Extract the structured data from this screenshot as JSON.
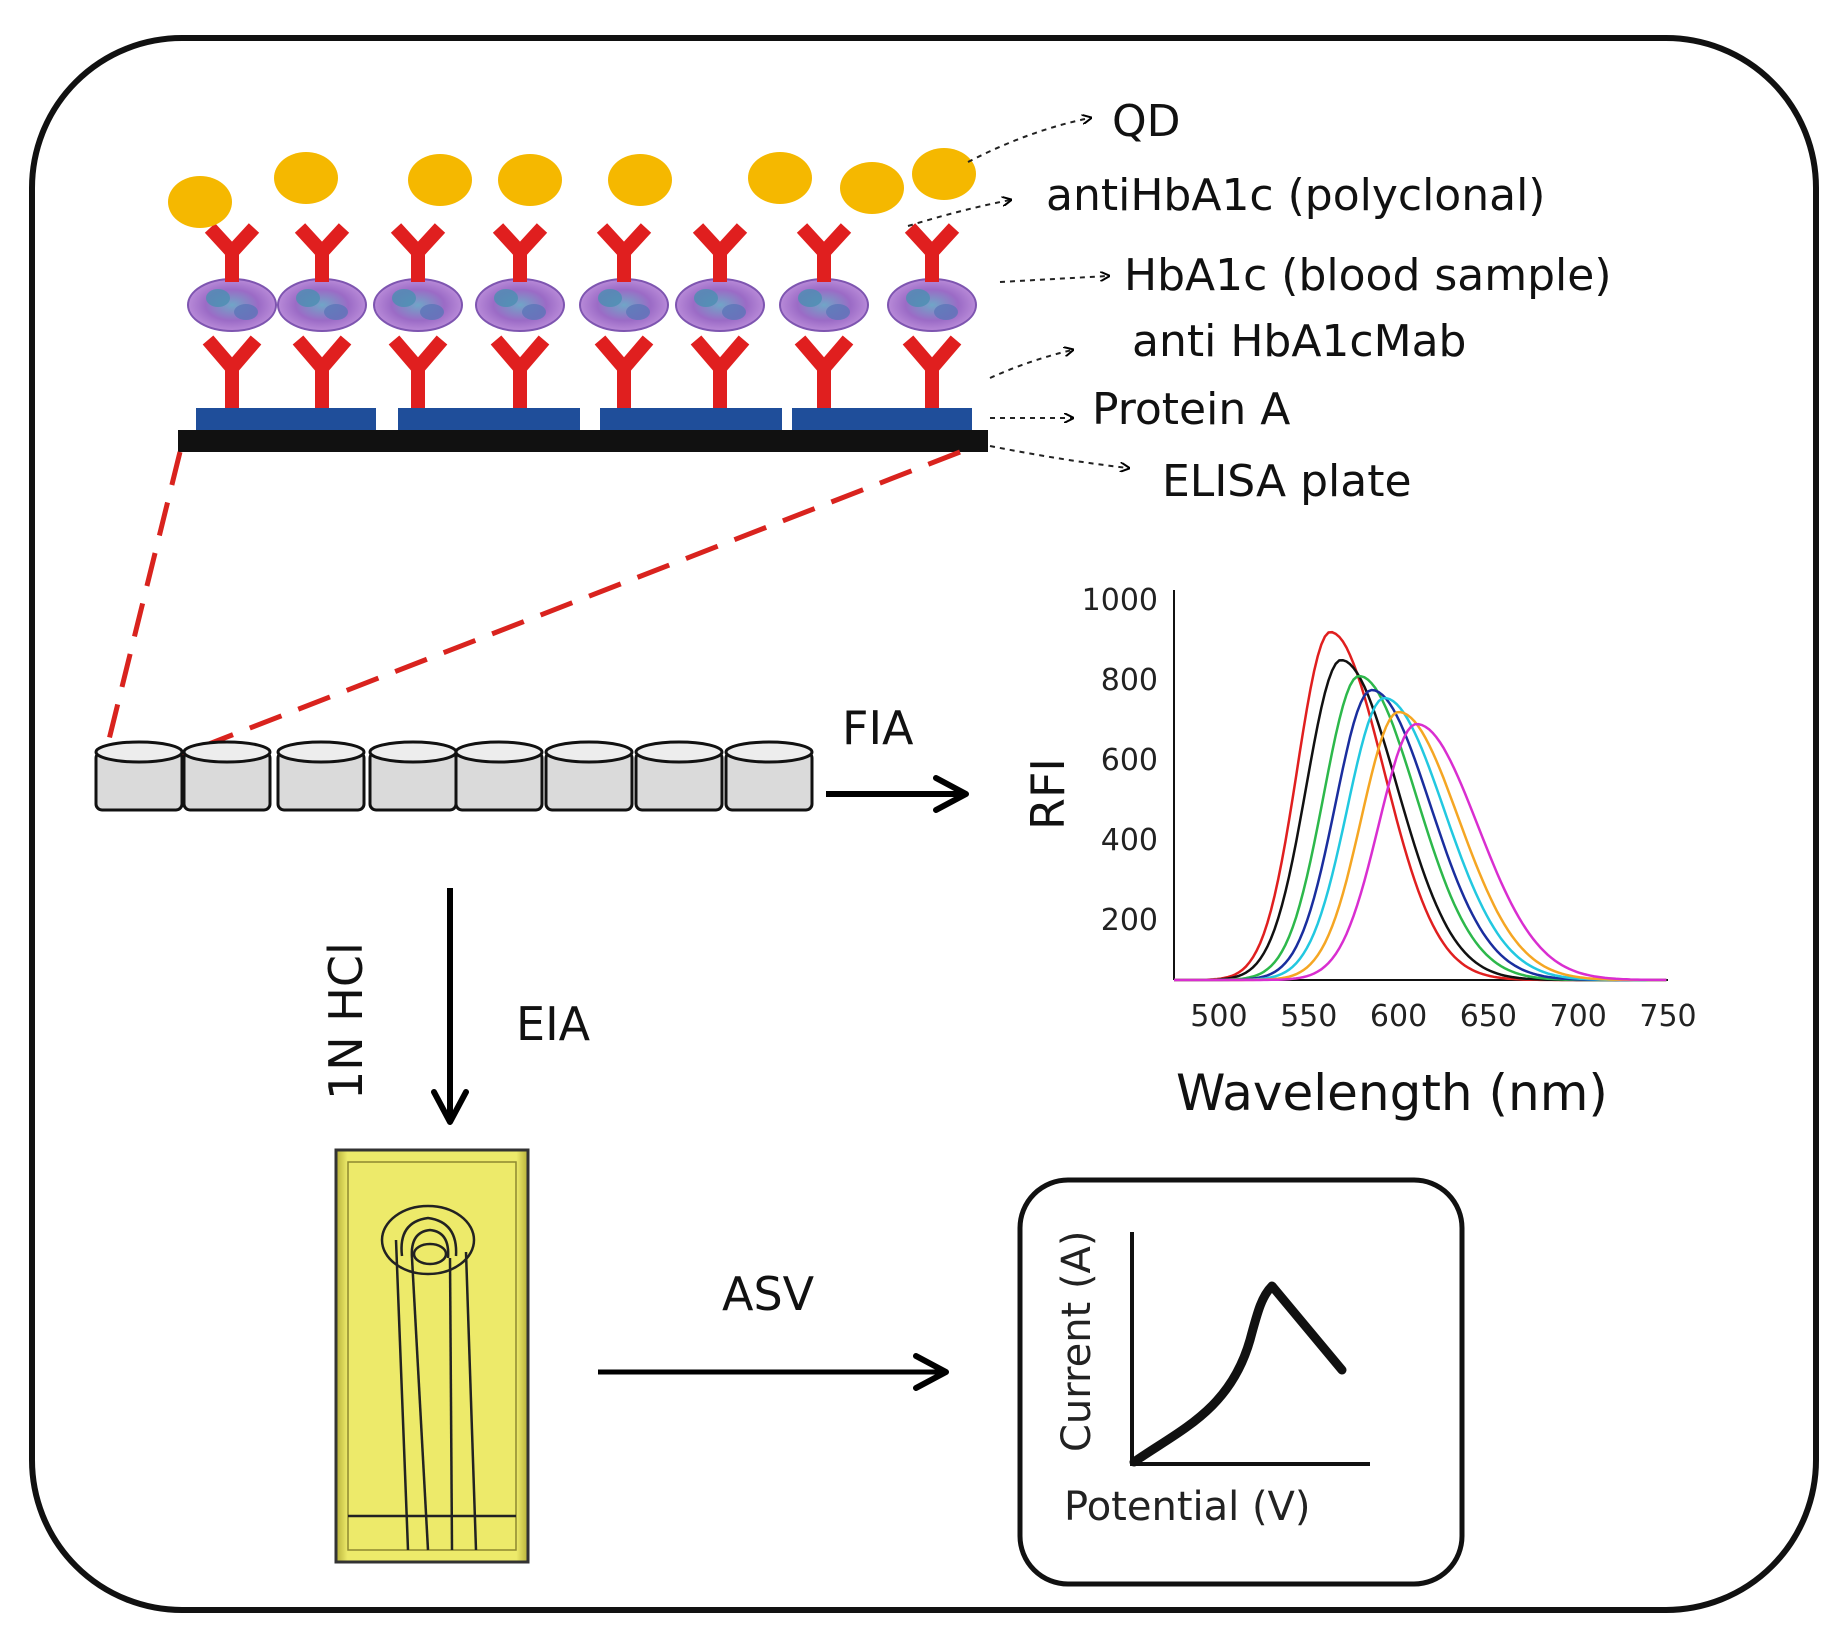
{
  "layers": {
    "qd": "QD",
    "antibody_poly": "antiHbA1c (polyclonal)",
    "hba1c": "HbA1c (blood sample)",
    "mab": "anti HbA1cMab",
    "protein_a": "Protein A",
    "plate": "ELISA plate"
  },
  "steps": {
    "fia": "FIA",
    "acid": "1N  HCl",
    "eia": "EIA",
    "asv": "ASV"
  },
  "colors": {
    "qd": "#F5B800",
    "antibody": "#E01F1F",
    "protein_a": "#1F4E9A",
    "plate": "#111111",
    "electrode": "#EDEA6A",
    "zoom_line": "#D9231E"
  },
  "fluorescence_chart": {
    "ylabel": "RFI",
    "xlabel": "Wavelength (nm)",
    "x_ticks": [
      "500",
      "550",
      "600",
      "650",
      "700",
      "750"
    ],
    "y_ticks": [
      "200",
      "400",
      "600",
      "800",
      "1000"
    ],
    "chart_data": {
      "type": "line",
      "xlim": [
        475,
        750
      ],
      "ylim": [
        50,
        1000
      ],
      "x_ticks": [
        500,
        550,
        600,
        650,
        700,
        750
      ],
      "y_ticks": [
        200,
        400,
        600,
        800,
        1000
      ],
      "series": [
        {
          "color": "#E01F1F",
          "peak_x": 562,
          "peak_y": 920,
          "width": 42
        },
        {
          "color": "#111111",
          "peak_x": 568,
          "peak_y": 850,
          "width": 44
        },
        {
          "color": "#2DB84B",
          "peak_x": 578,
          "peak_y": 810,
          "width": 45
        },
        {
          "color": "#1A2E9E",
          "peak_x": 585,
          "peak_y": 775,
          "width": 46
        },
        {
          "color": "#22C8E0",
          "peak_x": 592,
          "peak_y": 755,
          "width": 47
        },
        {
          "color": "#F5A623",
          "peak_x": 600,
          "peak_y": 720,
          "width": 47
        },
        {
          "color": "#D92ED0",
          "peak_x": 610,
          "peak_y": 690,
          "width": 48
        }
      ]
    }
  },
  "voltammogram": {
    "ylabel": "Current (A)",
    "xlabel": "Potential (V)"
  }
}
